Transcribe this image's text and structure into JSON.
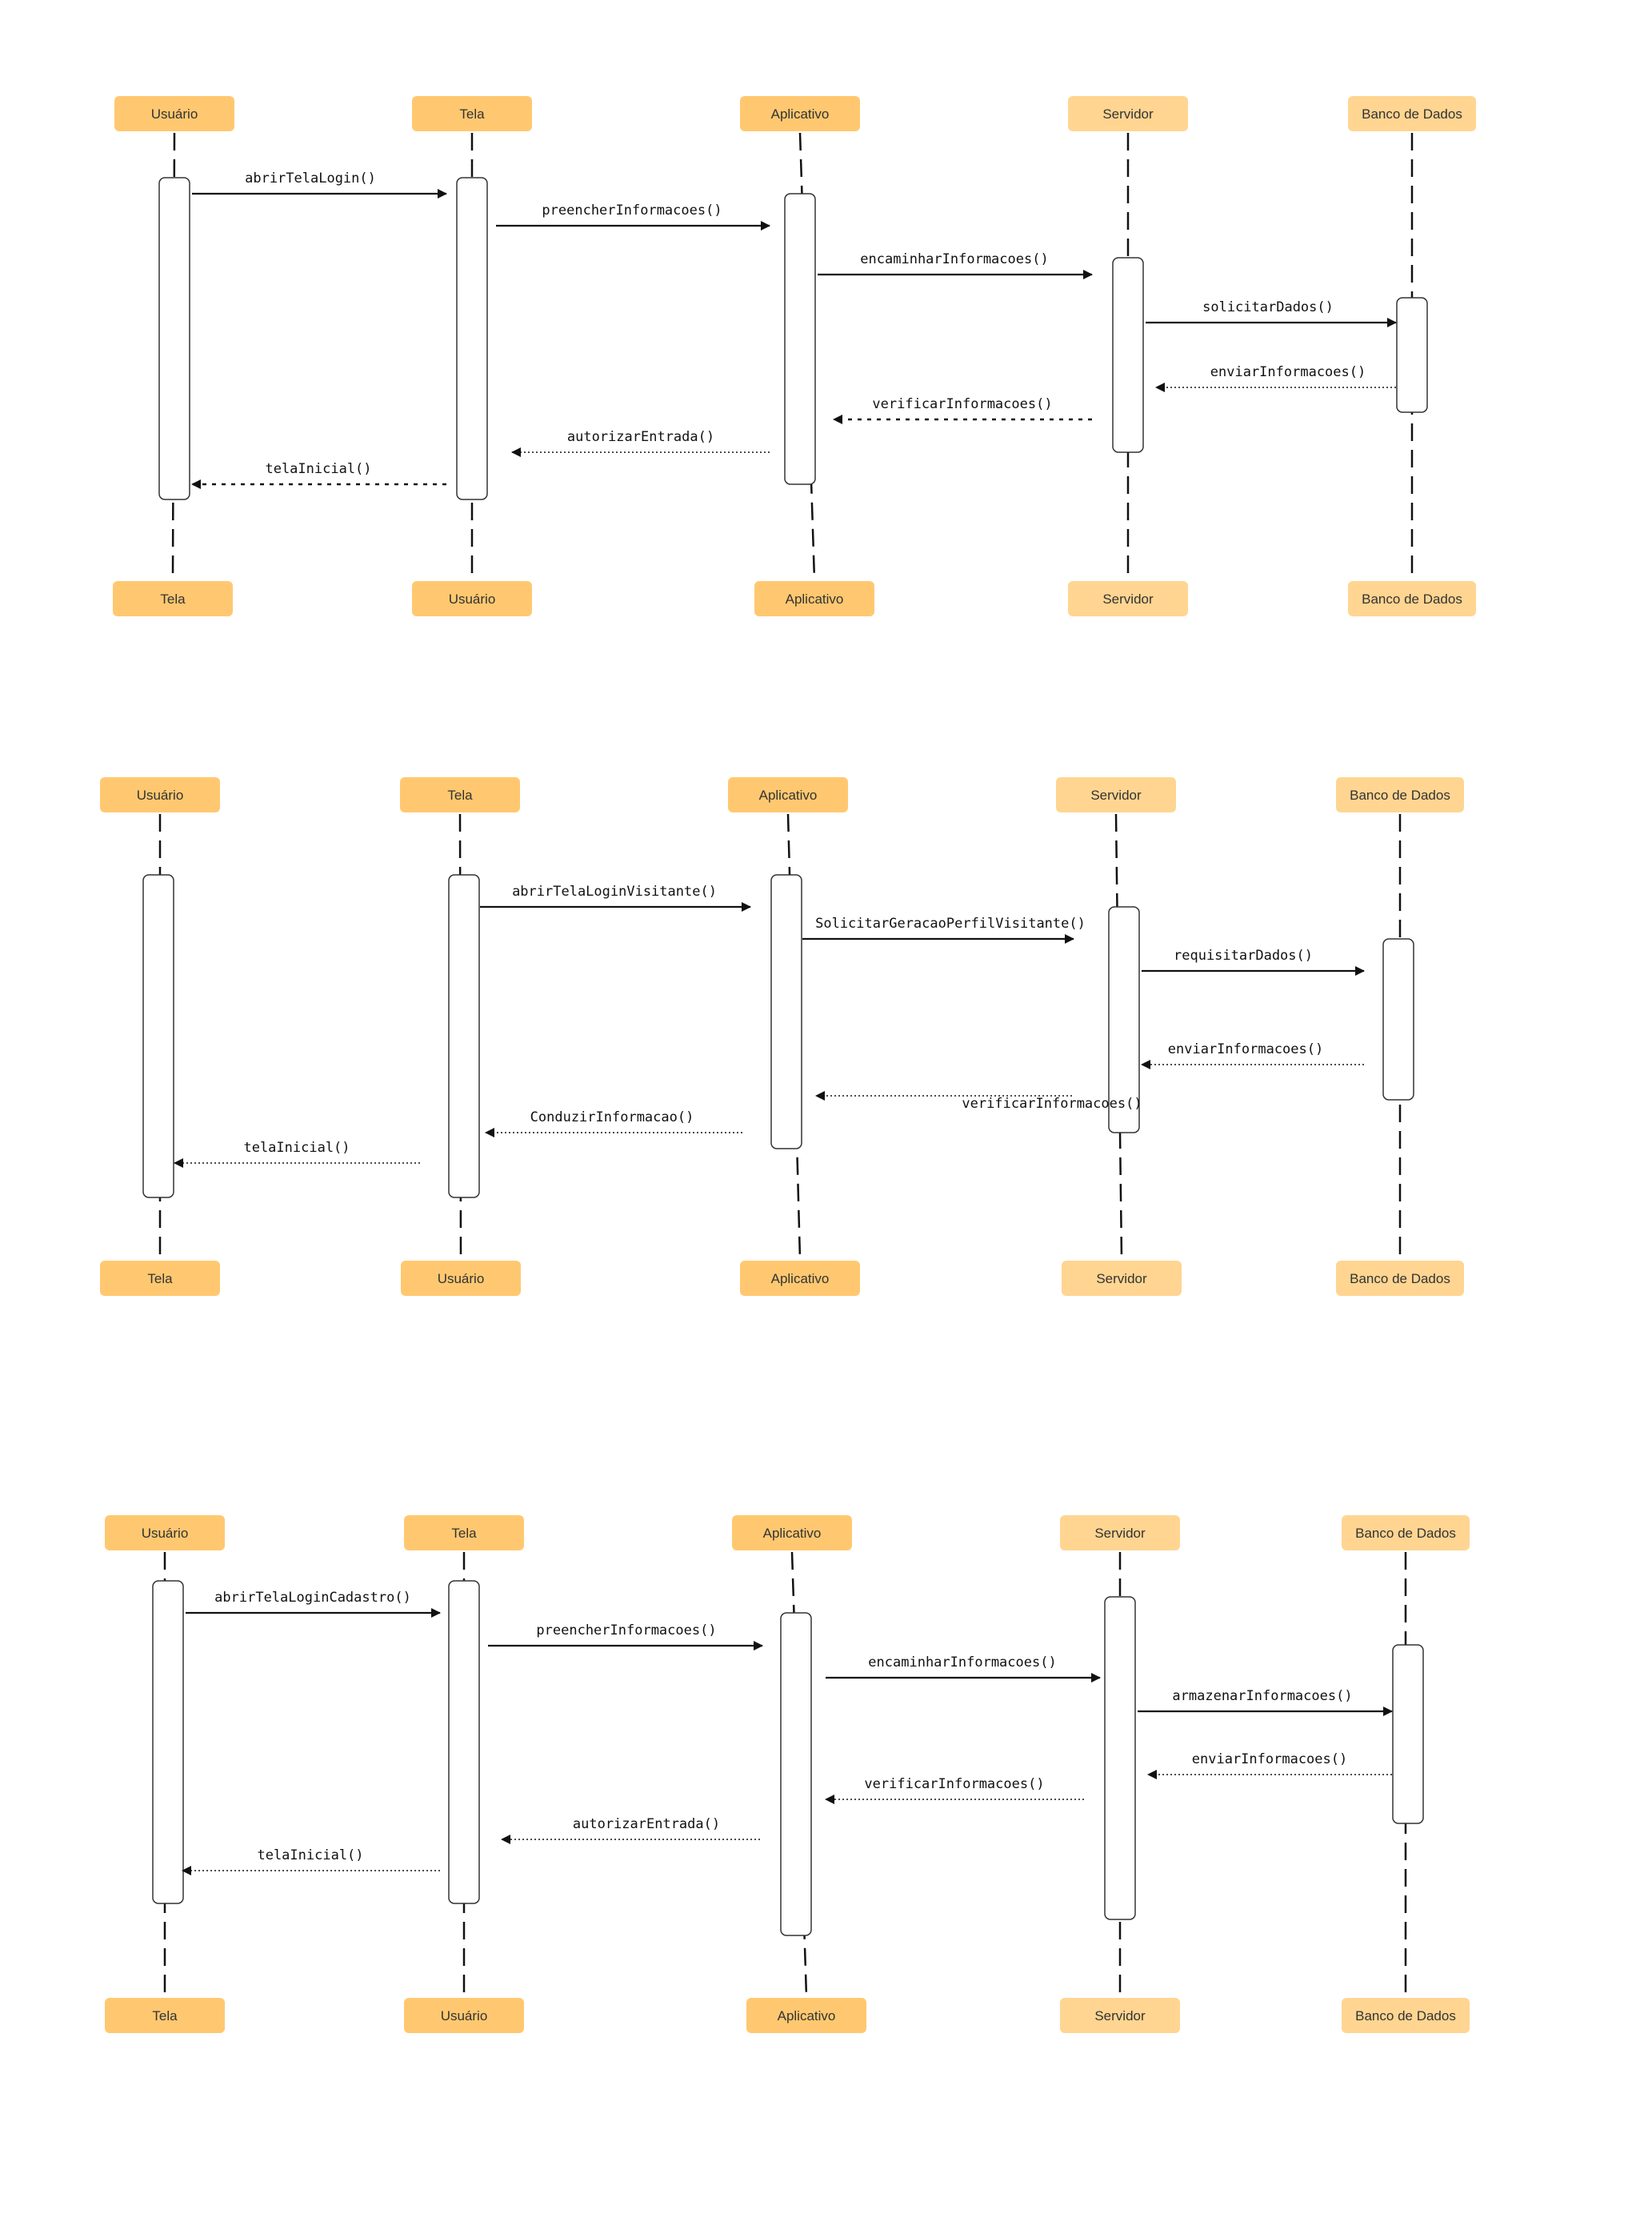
{
  "colors": {
    "box_fill": "#FFC870",
    "box_fill_alt": "#FFD591",
    "line": "#111111",
    "activation_stroke": "#333333"
  },
  "diagrams": [
    {
      "participants_top": [
        "Usuário",
        "Tela",
        "Aplicativo",
        "Servidor",
        "Banco de Dados"
      ],
      "participants_bottom": [
        "Tela",
        "Usuário",
        "Aplicativo",
        "Servidor",
        "Banco de Dados"
      ],
      "messages": [
        {
          "label": "abrirTelaLogin()",
          "from": 0,
          "to": 1,
          "style": "solid"
        },
        {
          "label": "preencherInformacoes()",
          "from": 1,
          "to": 2,
          "style": "solid"
        },
        {
          "label": "encaminharInformacoes()",
          "from": 2,
          "to": 3,
          "style": "solid"
        },
        {
          "label": "solicitarDados()",
          "from": 3,
          "to": 4,
          "style": "solid"
        },
        {
          "label": "enviarInformacoes()",
          "from": 4,
          "to": 3,
          "style": "dotted"
        },
        {
          "label": "verificarInformacoes()",
          "from": 3,
          "to": 2,
          "style": "dashed"
        },
        {
          "label": "autorizarEntrada()",
          "from": 2,
          "to": 1,
          "style": "dotted"
        },
        {
          "label": "telaInicial()",
          "from": 1,
          "to": 0,
          "style": "dashed"
        }
      ]
    },
    {
      "participants_top": [
        "Usuário",
        "Tela",
        "Aplicativo",
        "Servidor",
        "Banco de Dados"
      ],
      "participants_bottom": [
        "Tela",
        "Usuário",
        "Aplicativo",
        "Servidor",
        "Banco de Dados"
      ],
      "messages": [
        {
          "label": "abrirTelaLoginVisitante()",
          "from": 1,
          "to": 2,
          "style": "solid"
        },
        {
          "label": "SolicitarGeracaoPerfilVisitante()",
          "from": 2,
          "to": 3,
          "style": "solid"
        },
        {
          "label": "requisitarDados()",
          "from": 3,
          "to": 4,
          "style": "solid"
        },
        {
          "label": "enviarInformacoes()",
          "from": 4,
          "to": 3,
          "style": "dotted"
        },
        {
          "label": "verificarInformacoes()",
          "from": 3,
          "to": 2,
          "style": "dotted"
        },
        {
          "label": "ConduzirInformacao()",
          "from": 2,
          "to": 1,
          "style": "dotted"
        },
        {
          "label": "telaInicial()",
          "from": 1,
          "to": 0,
          "style": "dotted"
        }
      ]
    },
    {
      "participants_top": [
        "Usuário",
        "Tela",
        "Aplicativo",
        "Servidor",
        "Banco de Dados"
      ],
      "participants_bottom": [
        "Tela",
        "Usuário",
        "Aplicativo",
        "Servidor",
        "Banco de Dados"
      ],
      "messages": [
        {
          "label": "abrirTelaLoginCadastro()",
          "from": 0,
          "to": 1,
          "style": "solid"
        },
        {
          "label": "preencherInformacoes()",
          "from": 1,
          "to": 2,
          "style": "solid"
        },
        {
          "label": "encaminharInformacoes()",
          "from": 2,
          "to": 3,
          "style": "solid"
        },
        {
          "label": "armazenarInformacoes()",
          "from": 3,
          "to": 4,
          "style": "solid"
        },
        {
          "label": "enviarInformacoes()",
          "from": 4,
          "to": 3,
          "style": "dotted"
        },
        {
          "label": "verificarInformacoes()",
          "from": 3,
          "to": 2,
          "style": "dotted"
        },
        {
          "label": "autorizarEntrada()",
          "from": 2,
          "to": 1,
          "style": "dotted"
        },
        {
          "label": "telaInicial()",
          "from": 1,
          "to": 0,
          "style": "dotted"
        }
      ]
    }
  ]
}
